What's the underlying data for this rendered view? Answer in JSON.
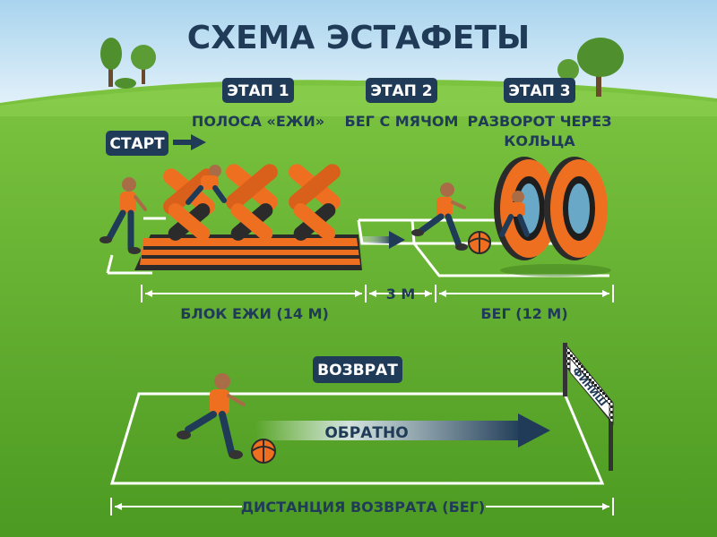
{
  "title": "СХЕМА ЭСТАФЕТЫ",
  "start_label": "СТАРТ",
  "stages": [
    {
      "label": "ЭТАП 1",
      "description_lines": [
        "ПОЛОСА «ЕЖИ»"
      ]
    },
    {
      "label": "ЭТАП 2",
      "description_lines": [
        "БЕГ С МЯЧОМ"
      ]
    },
    {
      "label": "ЭТАП 3",
      "description_lines": [
        "РАЗВОРОТ ЧЕРЕЗ",
        "КОЛЬЦА"
      ]
    }
  ],
  "measurements": {
    "block": "БЛОК ЕЖИ (14 М)",
    "gap": "3 М",
    "run": "БЕГ (12 М)"
  },
  "return_section": {
    "label": "ВОЗВРАТ",
    "arrow_label": "ОБРАТНО",
    "finish_flag": "ФИНИШ",
    "distance_label": "ДИСТАНЦИЯ ВОЗВРАТА (БЕГ)"
  },
  "colors": {
    "sky_top": "#b9dcf0",
    "grass": "#5fae2e",
    "navy": "#1f3b57",
    "orange": "#ef6f21",
    "dark_tube": "#2b2b2b"
  }
}
